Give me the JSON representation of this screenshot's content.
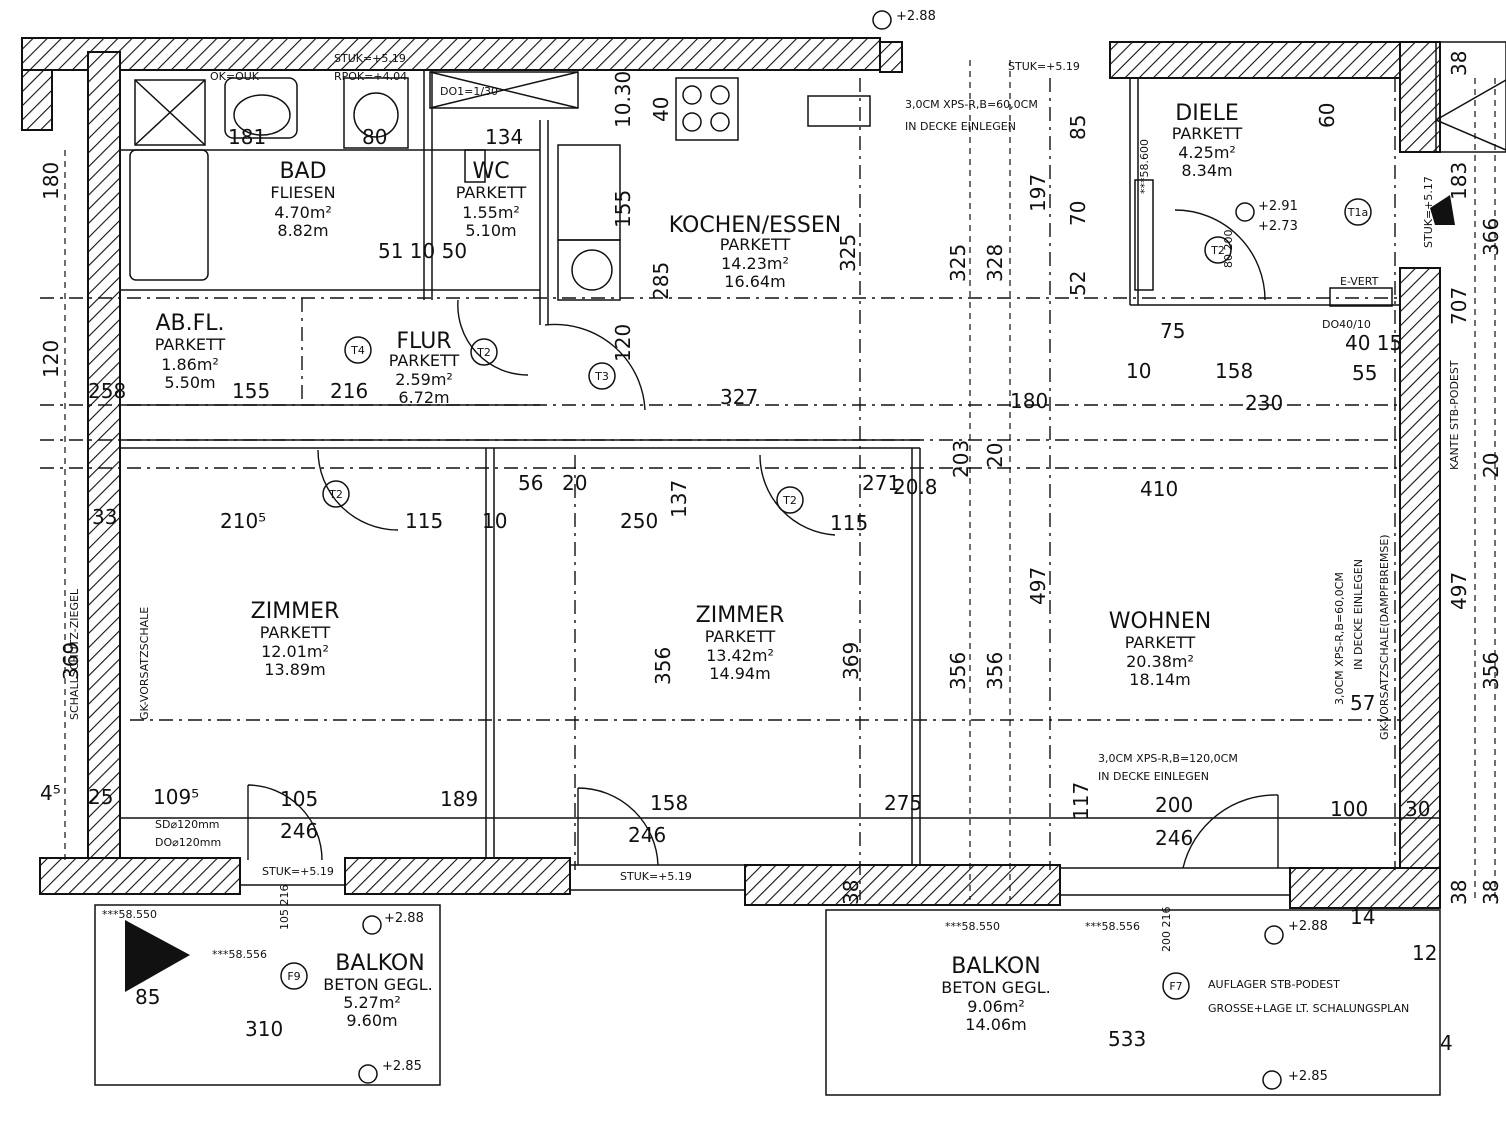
{
  "rooms": {
    "bad": {
      "name": "BAD",
      "floor": "FLIESEN",
      "area": "4.70m²",
      "perimeter": "8.82m"
    },
    "wc": {
      "name": "WC",
      "floor": "PARKETT",
      "area": "1.55m²",
      "perimeter": "5.10m"
    },
    "kochen": {
      "name": "KOCHEN/ESSEN",
      "floor": "PARKETT",
      "area": "14.23m²",
      "perimeter": "16.64m"
    },
    "diele": {
      "name": "DIELE",
      "floor": "PARKETT",
      "area": "4.25m²",
      "perimeter": "8.34m"
    },
    "abfl": {
      "name": "AB.FL.",
      "floor": "PARKETT",
      "area": "1.86m²",
      "perimeter": "5.50m"
    },
    "flur": {
      "name": "FLUR",
      "floor": "PARKETT",
      "area": "2.59m²",
      "perimeter": "6.72m"
    },
    "zimmer1": {
      "name": "ZIMMER",
      "floor": "PARKETT",
      "area": "12.01m²",
      "perimeter": "13.89m"
    },
    "zimmer2": {
      "name": "ZIMMER",
      "floor": "PARKETT",
      "area": "13.42m²",
      "perimeter": "14.94m"
    },
    "wohnen": {
      "name": "WOHNEN",
      "floor": "PARKETT",
      "area": "20.38m²",
      "perimeter": "18.14m"
    },
    "balkon1": {
      "name": "BALKON",
      "floor": "BETON GEGL.",
      "area": "5.27m²",
      "perimeter": "9.60m"
    },
    "balkon2": {
      "name": "BALKON",
      "floor": "BETON GEGL.",
      "area": "9.06m²",
      "perimeter": "14.06m"
    }
  },
  "doors": {
    "t4": "T4",
    "t2_flur": "T2",
    "t3": "T3",
    "t2_z1": "T2",
    "t2_z2": "T2",
    "t2_diele": "T2",
    "t1a": "T1a",
    "f9": "F9",
    "f7": "F7"
  },
  "dims": {
    "d180": "180",
    "d181": "181",
    "d80": "80",
    "d134": "134",
    "d10_30": "10.30",
    "d40": "40",
    "d325a": "325",
    "d325b": "325",
    "d328": "328",
    "d197": "197",
    "d85": "85",
    "d70": "70",
    "d52": "52",
    "d60": "60",
    "d183": "183",
    "d366": "366",
    "d38_top": "38",
    "d51_10_50": "51 10 50",
    "d285": "285",
    "d155_kit": "155",
    "d120_kit": "120",
    "d120_left": "120",
    "d155": "155",
    "d216": "216",
    "d327": "327",
    "d180b": "180",
    "d230": "230",
    "d158_diele": "158",
    "d75": "75",
    "d10": "10",
    "d40_15": "40 15",
    "d55": "55",
    "d707": "707",
    "d258": "258",
    "d210": "210⁵",
    "d115a": "115",
    "d10b": "10",
    "d250": "250",
    "d56": "56",
    "d20": "20",
    "d137": "137",
    "d271": "271",
    "d115b": "115",
    "d208": "20.8",
    "d203": "203",
    "d20b": "20",
    "d410": "410",
    "d20_right": "20",
    "d33": "33",
    "d369a": "369",
    "d356a": "356",
    "d369b": "369",
    "d356b": "356",
    "d356c": "356",
    "d497a": "497",
    "d497b": "497",
    "d356_right": "356",
    "d57": "57",
    "d45": "4⁵",
    "d25": "25",
    "d109": "109⁵",
    "d105": "105",
    "d189": "189",
    "d158": "158",
    "d275": "275",
    "d117": "117",
    "d200": "200",
    "d100": "100",
    "d30": "30",
    "d246a": "246",
    "d246b": "246",
    "d246c": "246",
    "d38a": "38",
    "d38b": "38",
    "d38c": "38",
    "d14": "14",
    "d85b": "85",
    "d310": "310",
    "d533": "533",
    "d12": "12",
    "d4": "4"
  },
  "labels": {
    "stuk_top1": "STUK=+5.19",
    "rpok": "RPOK=+4.04",
    "ok_ouk": "OK=OUK",
    "stuk_top2": "STUK=+5.19",
    "xps_top_1": "3,0CM XPS-R,B=60,0CM",
    "xps_top_2": "IN DECKE EINLEGEN",
    "xps_side_1": "3,0CM XPS-R,B=60,0CM",
    "xps_side_2": "IN DECKE EINLEGEN",
    "vorsatz_right": "GK-VORSATZSCHALE(DAMPFBREMSE)",
    "xps_bottom_1": "3,0CM XPS-R,B=120,0CM",
    "xps_bottom_2": "IN DECKE EINLEGEN",
    "schallschutz": "SCHALLSCHUTZ-ZIEGEL",
    "gk_vorsatz": "GK-VORSATZSCHALE",
    "stuk_b1": "STUK=+5.19",
    "stuk_b2": "STUK=+5.19",
    "stuk_right": "STUK=+5.17",
    "kante": "KANTE STB-PODEST",
    "evert": "E-VERT",
    "do4010": "DO40/10",
    "do1": "DO1=1/30",
    "sd1": "SD⌀120mm",
    "sd2": "DO⌀120mm",
    "auflager": "AUFLAGER STB-PODEST",
    "grosse": "GROSSE+LAGE LT. SCHALUNGSPLAN",
    "lvl_288_top": "+2.88",
    "lvl_291": "+2.91",
    "lvl_273": "+2.73",
    "lvl_288_b1": "+2.88",
    "lvl_285_b1": "+2.85",
    "lvl_288_b2": "+2.88",
    "lvl_285_b2": "+2.85",
    "h_58600": "***58.600",
    "h_58550a": "***58.550",
    "h_58556a": "***58.556",
    "h_58550b": "***58.550",
    "h_58556b": "***58.556",
    "door_80_200": "80 200",
    "door_200_216": "200 216",
    "door_105_216": "105 216"
  }
}
